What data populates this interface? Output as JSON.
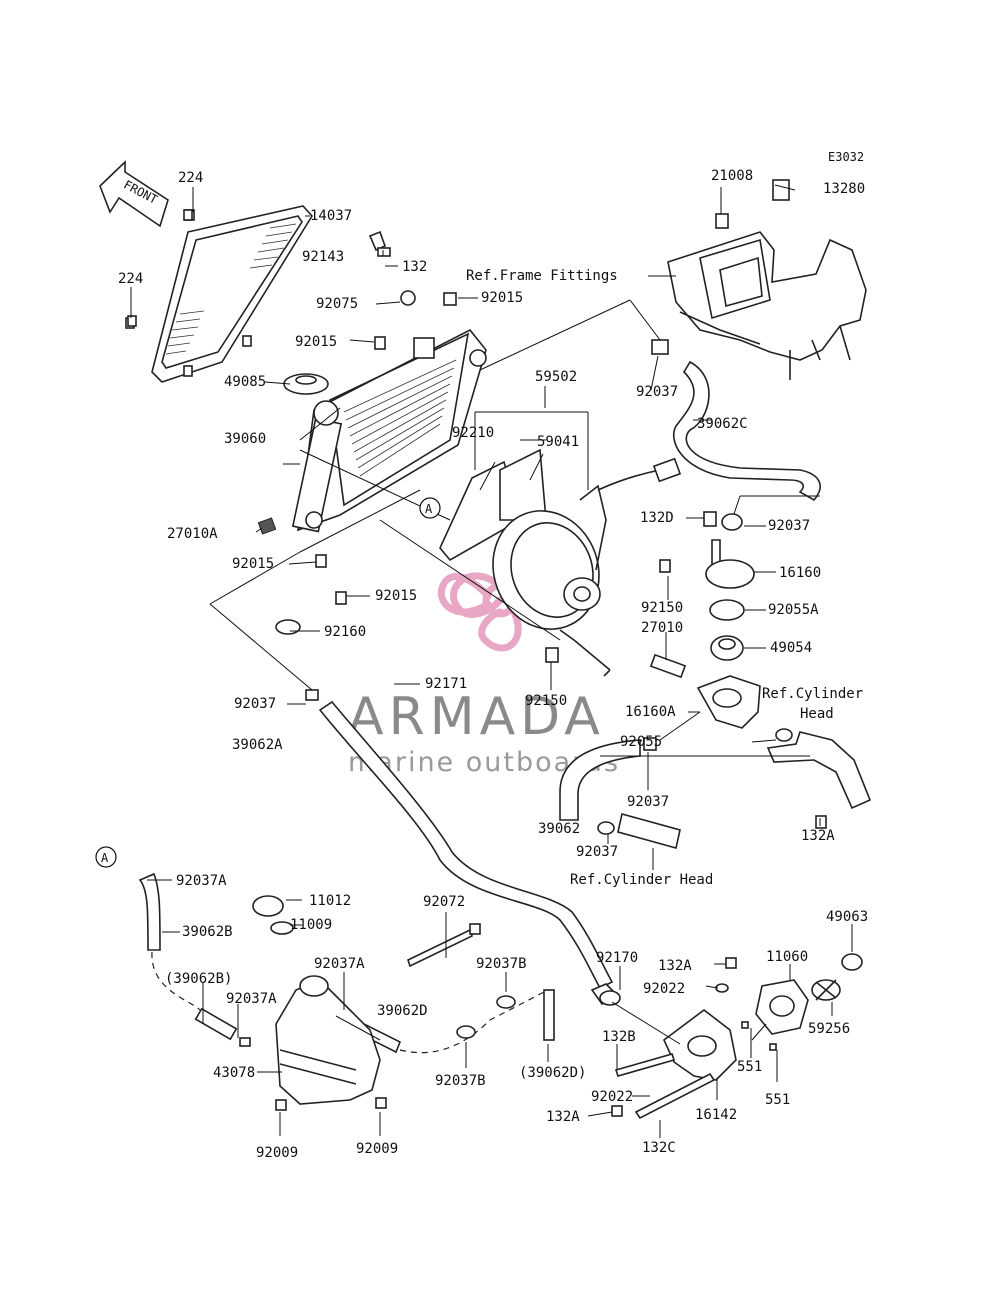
{
  "diagram_code": "E3032",
  "front_label": "FRONT",
  "callout_marker": "A",
  "watermark": {
    "brand": "ARMADA",
    "tagline": "marine outboards",
    "brand_color": "#e8a7c4"
  },
  "refs": {
    "frame_fittings": "Ref.Frame Fittings",
    "cylinder_head_1": "Ref.Cylinder",
    "cylinder_head_1b": "Head",
    "cylinder_head_2": "Ref.Cylinder Head"
  },
  "parts": [
    "21008",
    "13280",
    "224",
    "14037",
    "132",
    "92143",
    "92015",
    "92075",
    "224",
    "92015",
    "49085",
    "59502",
    "92037",
    "39062C",
    "59041",
    "92210",
    "39060",
    "A",
    "132D",
    "92037",
    "27010A",
    "16160",
    "92015",
    "92015",
    "92150",
    "92055A",
    "27010",
    "92160",
    "49054",
    "92171",
    "92037",
    "92150",
    "Ref.Cylinder",
    "16160A",
    "Head",
    "39062A",
    "92055",
    "92037",
    "39062",
    "92037",
    "132A",
    "Ref.Cylinder Head",
    "A",
    "92037A",
    "11012",
    "49063",
    "92072",
    "11009",
    "39062B",
    "92037A",
    "92170",
    "92037B",
    "11060",
    "132A",
    "(39062B)",
    "92037A",
    "39062D",
    "92022",
    "59256",
    "132B",
    "43078",
    "551",
    "(39062D)",
    "92037B",
    "551",
    "92022",
    "132A",
    "16142",
    "92009",
    "92009",
    "132C"
  ]
}
